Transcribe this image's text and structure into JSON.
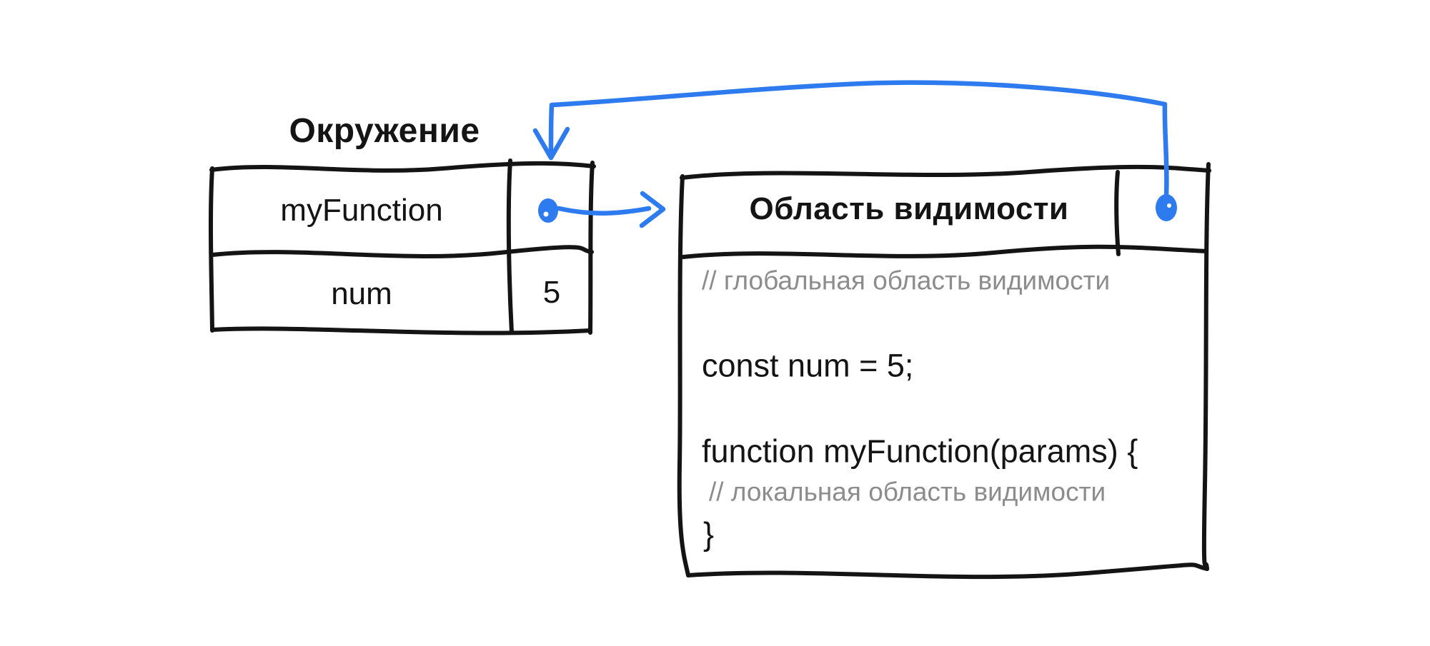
{
  "colors": {
    "stroke": "#141414",
    "accent": "#2e7bf0",
    "comment": "#8c8c8c",
    "text": "#141414",
    "background": "#ffffff"
  },
  "environment_table": {
    "title": "Окружение",
    "rows": [
      {
        "name": "myFunction",
        "value_icon": "pointer-dot"
      },
      {
        "name": "num",
        "value": "5"
      }
    ]
  },
  "scope_box": {
    "title": "Область видимости",
    "header_icon": "pointer-dot",
    "code_lines": [
      {
        "type": "comment",
        "text": "// глобальная область видимости"
      },
      {
        "type": "code",
        "text": "const num = 5;"
      },
      {
        "type": "code",
        "text": "function myFunction(params) {"
      },
      {
        "type": "comment",
        "text": "// локальная область видимости"
      },
      {
        "type": "code",
        "text": "}"
      }
    ]
  },
  "arrows": [
    {
      "name": "myfunction-to-scope",
      "from": "myFunction pointer dot",
      "to": "scope box"
    },
    {
      "name": "scope-to-environment",
      "from": "scope box pointer dot",
      "to": "environment table"
    }
  ]
}
